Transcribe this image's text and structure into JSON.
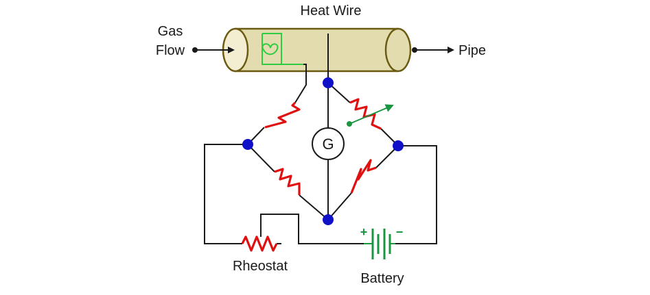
{
  "labels": {
    "heat_wire": "Heat Wire",
    "gas": "Gas",
    "flow": "Flow",
    "pipe": "Pipe",
    "galvanometer": "G",
    "rheostat": "Rheostat",
    "battery": "Battery",
    "plus": "+",
    "minus": "−"
  },
  "colors": {
    "wire": "#1a1a1a",
    "resistor": "#e01010",
    "node": "#1010c8",
    "pipe_fill": "#e0d8a8",
    "pipe_stroke": "#6b5a12",
    "heat_coil": "#2ecc40",
    "battery": "#1a9641",
    "variable_arrow": "#1a9641"
  }
}
